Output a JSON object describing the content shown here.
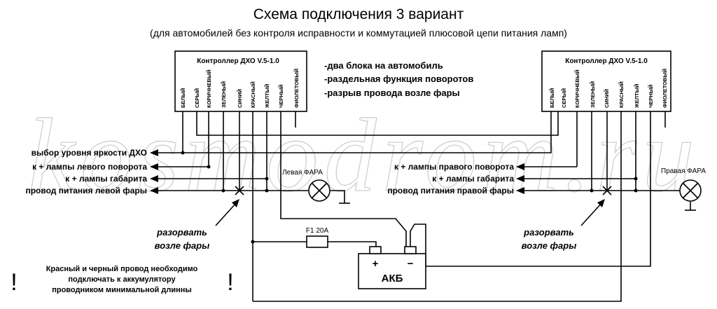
{
  "title": "Схема подключения 3 вариант",
  "subtitle": "(для автомобилей без контроля исправности и коммутацией плюсовой цепи питания ламп)",
  "watermark": "kosmodrom.ru",
  "features": [
    "-два блока на автомобиль",
    "-раздельная функция поворотов",
    "-разрыв провода возле фары"
  ],
  "left_controller": {
    "title": "Контроллер ДХО V.5-1.0",
    "wires": [
      "БЕЛЫЙ",
      "СЕРЫЙ",
      "КОРИЧНЕВЫЙ",
      "ЗЕЛЕНЫЙ",
      "СИНИЙ",
      "КРАСНЫЙ",
      "ЖЕЛТЫЙ",
      "ЧЕРНЫЙ",
      "ФИОЛЕТОВЫЙ"
    ]
  },
  "right_controller": {
    "title": "Контроллер ДХО V.5-1.0",
    "wires": [
      "БЕЛЫЙ",
      "СЕРЫЙ",
      "КОРИЧНЕВЫЙ",
      "ЗЕЛЕНЫЙ",
      "СИНИЙ",
      "КРАСНЫЙ",
      "ЖЕЛТЫЙ",
      "ЧЕРНЫЙ",
      "ФИОЛЕТОВЫЙ"
    ]
  },
  "left_labels": [
    "выбор уровня яркости ДХО",
    "к + лампы левого поворота",
    "к + лампы габарита",
    "провод питания левой фары"
  ],
  "right_labels": [
    "к + лампы правого поворота",
    "к + лампы габарита",
    "провод питания правой фары"
  ],
  "left_lamp": "Левая ФАРА",
  "right_lamp": "Правая ФАРА",
  "break_note_line1": "разорвать",
  "break_note_line2": "возле фары",
  "fuse": "F1 20A",
  "battery": {
    "name": "АКБ",
    "plus": "+",
    "minus": "−"
  },
  "warning": [
    "Красный и черный провод необходимо",
    "подключать к аккумулятору",
    "проводником минимальной длинны"
  ],
  "warning_mark": "!"
}
